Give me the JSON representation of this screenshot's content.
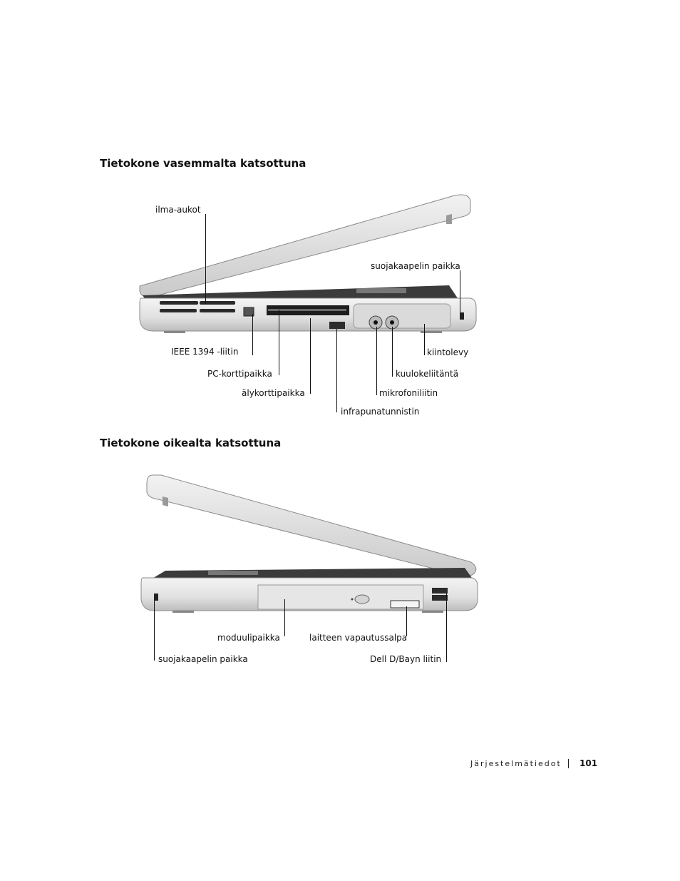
{
  "left_view": {
    "heading": "Tietokone vasemmalta katsottuna",
    "callouts": {
      "vents": "ilma-aukot",
      "security_slot": "suojakaapelin paikka",
      "ieee1394": "IEEE 1394 -liitin",
      "hard_drive": "kiintolevy",
      "pc_card": "PC-korttipaikka",
      "headphone": "kuulokeliitäntä",
      "smart_card": "älykorttipaikka",
      "microphone": "mikrofoniliitin",
      "infrared": "infrapunatunnistin"
    }
  },
  "right_view": {
    "heading": "Tietokone oikealta katsottuna",
    "callouts": {
      "module_bay": "moduulipaikka",
      "release_latch": "laitteen vapautussalpa",
      "security_slot": "suojakaapelin paikka",
      "dbay_connector": "Dell D/Bayn liitin"
    }
  },
  "footer": {
    "section": "Järjestelmätiedot",
    "page_number": "101"
  }
}
